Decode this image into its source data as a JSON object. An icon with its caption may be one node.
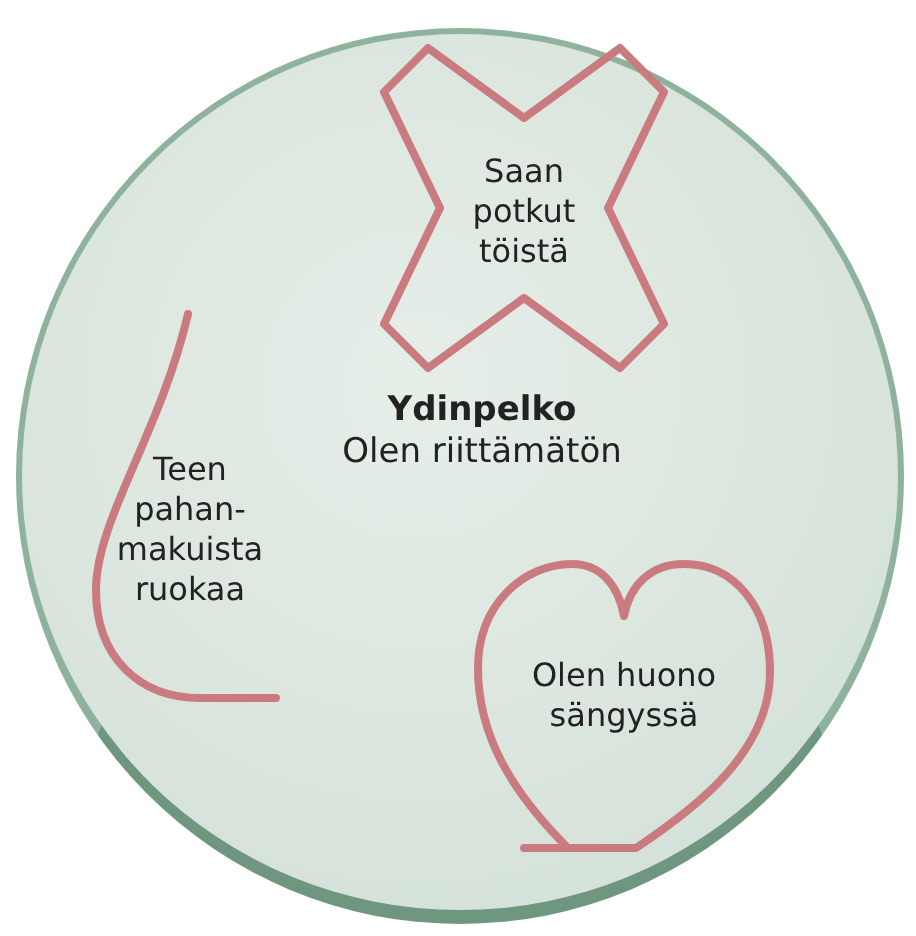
{
  "diagram": {
    "nodes": [
      {
        "text": [
          "Ydinpelko",
          "Olen riittämätön"
        ]
      },
      {
        "text": [
          "Saan potkut töistä"
        ],
        "in": 0
      },
      {
        "text": [
          "Teen pahan-makuista ruokaa"
        ],
        "in": 0
      },
      {
        "text": [
          "Olen huono sängyssä"
        ],
        "in": 0
      }
    ]
  }
}
